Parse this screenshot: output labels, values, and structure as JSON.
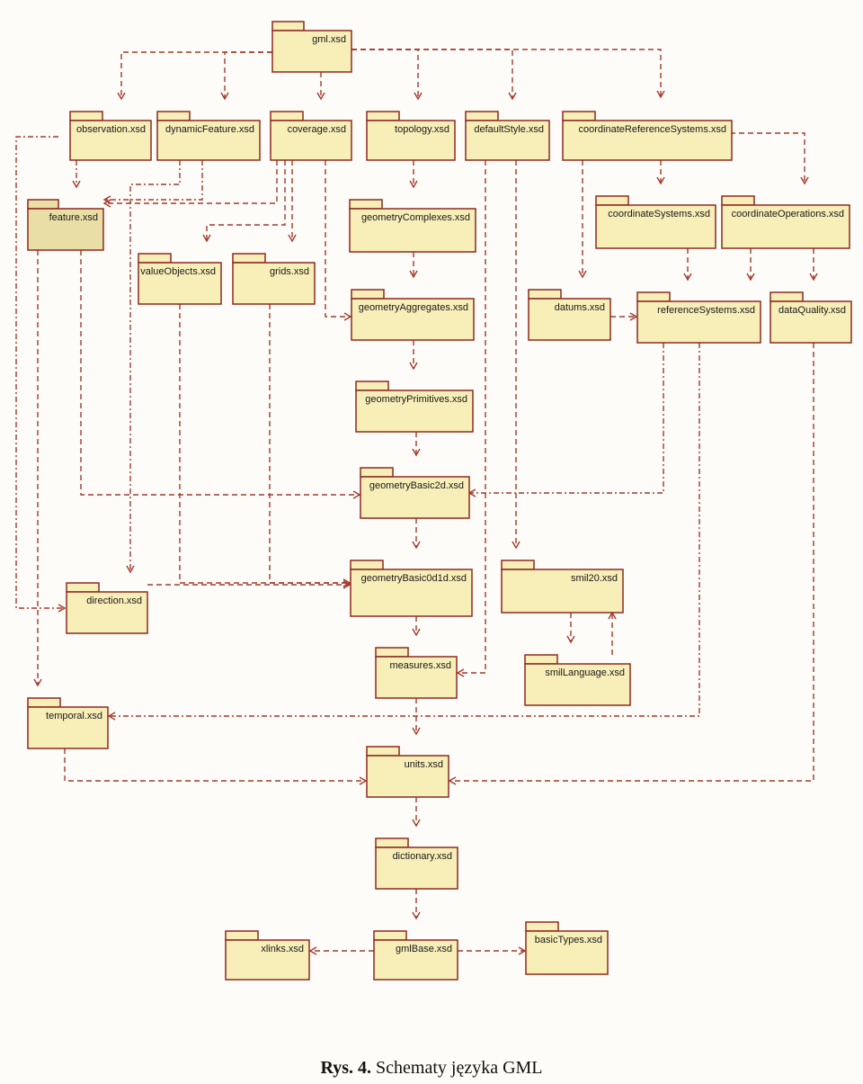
{
  "packages": [
    {
      "id": "gml",
      "label": "gml.xsd"
    },
    {
      "id": "observation",
      "label": "observation.xsd"
    },
    {
      "id": "dynamicFeature",
      "label": "dynamicFeature.xsd"
    },
    {
      "id": "coverage",
      "label": "coverage.xsd"
    },
    {
      "id": "topology",
      "label": "topology.xsd"
    },
    {
      "id": "defaultStyle",
      "label": "defaultStyle.xsd"
    },
    {
      "id": "crs",
      "label": "coordinateReferenceSystems.xsd"
    },
    {
      "id": "feature",
      "label": "feature.xsd"
    },
    {
      "id": "geometryComplexes",
      "label": "geometryComplexes.xsd"
    },
    {
      "id": "coordinateSystems",
      "label": "coordinateSystems.xsd"
    },
    {
      "id": "coordinateOperations",
      "label": "coordinateOperations.xsd"
    },
    {
      "id": "valueObjects",
      "label": "valueObjects.xsd"
    },
    {
      "id": "grids",
      "label": "grids.xsd"
    },
    {
      "id": "geometryAggregates",
      "label": "geometryAggregates.xsd"
    },
    {
      "id": "datums",
      "label": "datums.xsd"
    },
    {
      "id": "referenceSystems",
      "label": "referenceSystems.xsd"
    },
    {
      "id": "dataQuality",
      "label": "dataQuality.xsd"
    },
    {
      "id": "geometryPrimitives",
      "label": "geometryPrimitives.xsd"
    },
    {
      "id": "geometryBasic2d",
      "label": "geometryBasic2d.xsd"
    },
    {
      "id": "direction",
      "label": "direction.xsd"
    },
    {
      "id": "geometryBasic0d1d",
      "label": "geometryBasic0d1d.xsd"
    },
    {
      "id": "smil20",
      "label": "smil20.xsd"
    },
    {
      "id": "measures",
      "label": "measures.xsd"
    },
    {
      "id": "smilLanguage",
      "label": "smilLanguage.xsd"
    },
    {
      "id": "temporal",
      "label": "temporal.xsd"
    },
    {
      "id": "units",
      "label": "units.xsd"
    },
    {
      "id": "dictionary",
      "label": "dictionary.xsd"
    },
    {
      "id": "xlinks",
      "label": "xlinks.xsd"
    },
    {
      "id": "gmlBase",
      "label": "gmlBase.xsd"
    },
    {
      "id": "basicTypes",
      "label": "basicTypes.xsd"
    }
  ],
  "dependencies": [
    {
      "from": "gml",
      "to": "observation"
    },
    {
      "from": "gml",
      "to": "dynamicFeature"
    },
    {
      "from": "gml",
      "to": "coverage"
    },
    {
      "from": "gml",
      "to": "topology"
    },
    {
      "from": "gml",
      "to": "defaultStyle"
    },
    {
      "from": "gml",
      "to": "crs"
    },
    {
      "from": "observation",
      "to": "feature"
    },
    {
      "from": "observation",
      "to": "direction"
    },
    {
      "from": "dynamicFeature",
      "to": "feature"
    },
    {
      "from": "dynamicFeature",
      "to": "direction"
    },
    {
      "from": "coverage",
      "to": "feature"
    },
    {
      "from": "coverage",
      "to": "valueObjects"
    },
    {
      "from": "coverage",
      "to": "grids"
    },
    {
      "from": "coverage",
      "to": "geometryAggregates"
    },
    {
      "from": "topology",
      "to": "geometryComplexes"
    },
    {
      "from": "geometryComplexes",
      "to": "geometryAggregates"
    },
    {
      "from": "geometryAggregates",
      "to": "geometryPrimitives"
    },
    {
      "from": "geometryPrimitives",
      "to": "geometryBasic2d"
    },
    {
      "from": "geometryBasic2d",
      "to": "geometryBasic0d1d"
    },
    {
      "from": "geometryBasic0d1d",
      "to": "measures"
    },
    {
      "from": "measures",
      "to": "units"
    },
    {
      "from": "units",
      "to": "dictionary"
    },
    {
      "from": "dictionary",
      "to": "gmlBase"
    },
    {
      "from": "gmlBase",
      "to": "xlinks"
    },
    {
      "from": "gmlBase",
      "to": "basicTypes"
    },
    {
      "from": "defaultStyle",
      "to": "measures"
    },
    {
      "from": "defaultStyle",
      "to": "smil20"
    },
    {
      "from": "smil20",
      "to": "smilLanguage"
    },
    {
      "from": "smilLanguage",
      "to": "smil20"
    },
    {
      "from": "crs",
      "to": "coordinateSystems"
    },
    {
      "from": "crs",
      "to": "coordinateOperations"
    },
    {
      "from": "crs",
      "to": "datums"
    },
    {
      "from": "coordinateSystems",
      "to": "referenceSystems"
    },
    {
      "from": "coordinateOperations",
      "to": "referenceSystems"
    },
    {
      "from": "coordinateOperations",
      "to": "dataQuality"
    },
    {
      "from": "datums",
      "to": "referenceSystems"
    },
    {
      "from": "referenceSystems",
      "to": "geometryBasic2d"
    },
    {
      "from": "referenceSystems",
      "to": "temporal"
    },
    {
      "from": "dataQuality",
      "to": "units"
    },
    {
      "from": "feature",
      "to": "geometryBasic2d"
    },
    {
      "from": "feature",
      "to": "temporal"
    },
    {
      "from": "valueObjects",
      "to": "geometryBasic0d1d"
    },
    {
      "from": "grids",
      "to": "geometryBasic0d1d"
    },
    {
      "from": "direction",
      "to": "geometryBasic0d1d"
    },
    {
      "from": "temporal",
      "to": "units"
    }
  ],
  "caption": {
    "bold": "Rys. 4.",
    "text": " Schematy języka GML"
  },
  "colors": {
    "fill": "#f7eeb8",
    "fill_dark": "#e9dfa6",
    "stroke": "#8e2a20",
    "line": "#a3392c"
  }
}
